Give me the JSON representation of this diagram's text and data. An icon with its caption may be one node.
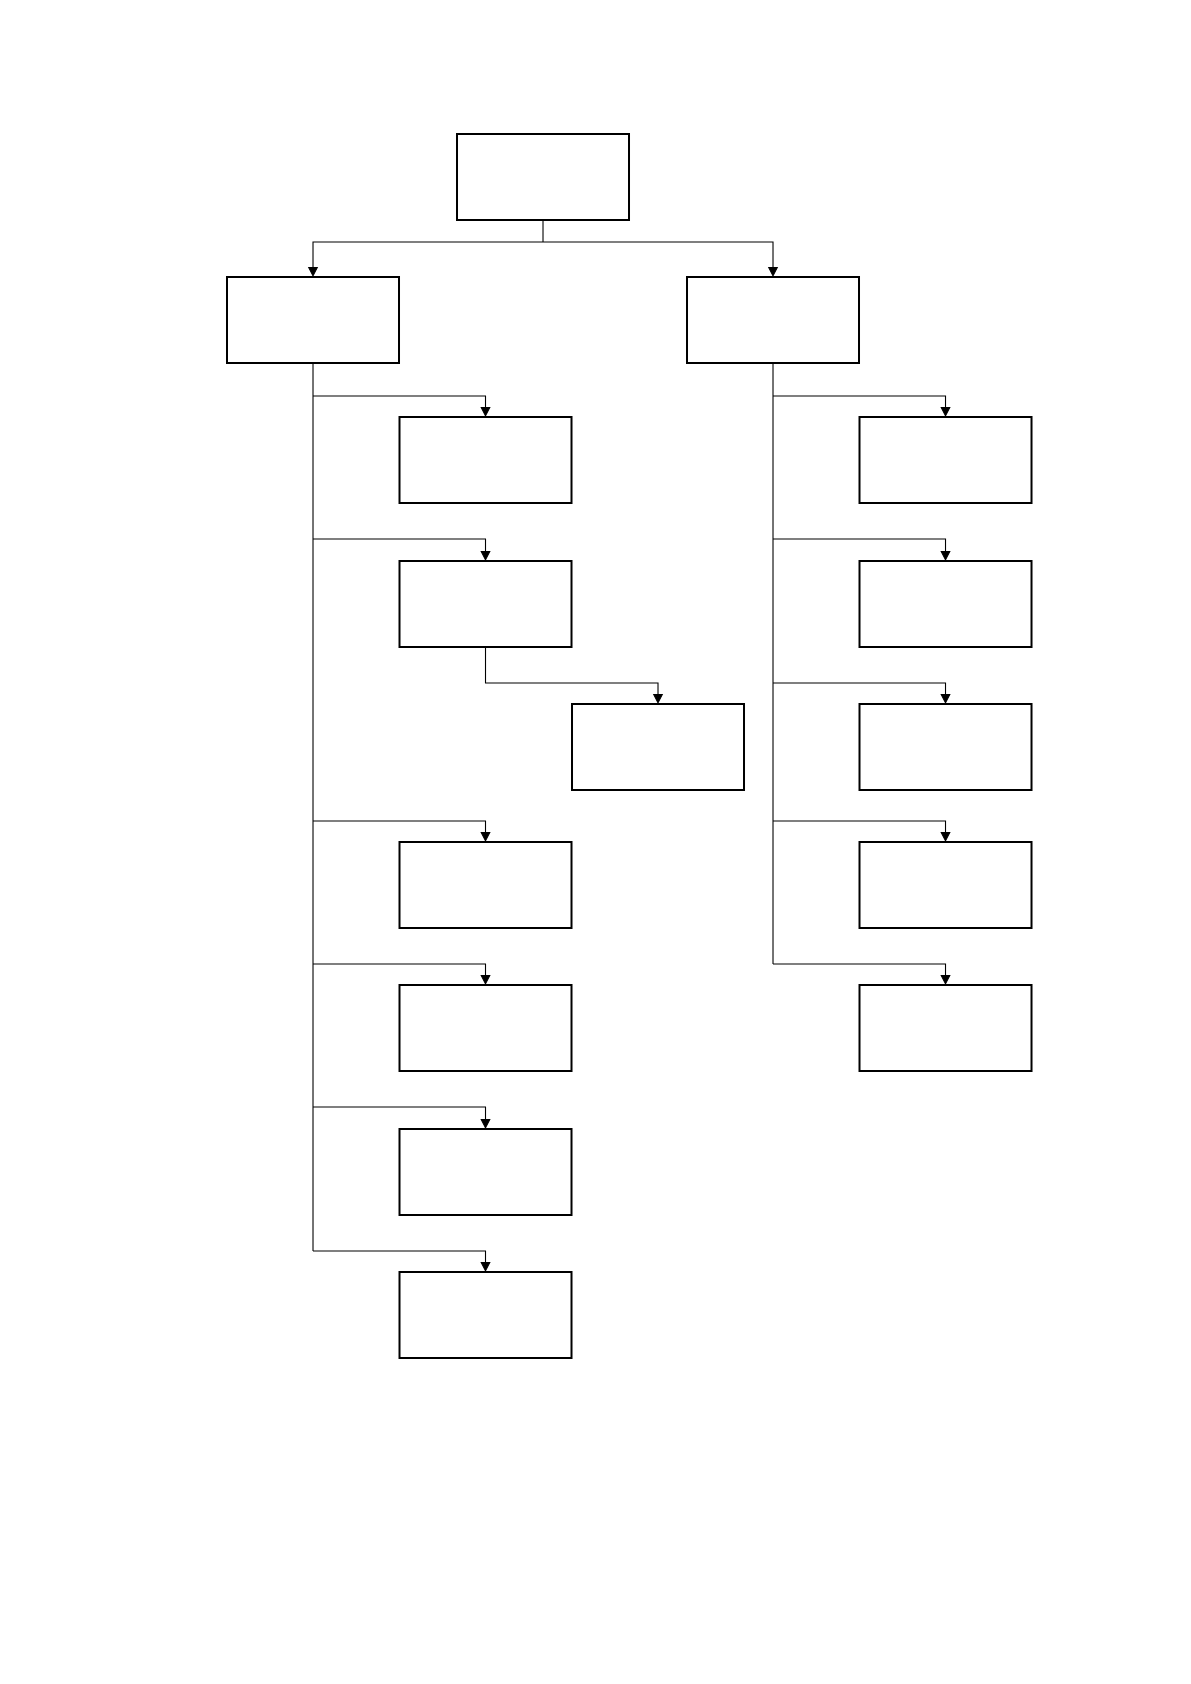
{
  "diagram": {
    "nodes": [
      {
        "text": [],
        "shape": "box"
      },
      {
        "text": [],
        "shape": "box"
      },
      {
        "text": [],
        "shape": "box"
      },
      {
        "text": [],
        "shape": "box"
      },
      {
        "text": [],
        "shape": "box"
      },
      {
        "text": [],
        "shape": "box"
      },
      {
        "text": [],
        "shape": "box"
      },
      {
        "text": [],
        "shape": "box"
      },
      {
        "text": [],
        "shape": "box"
      },
      {
        "text": [],
        "shape": "box"
      },
      {
        "text": [],
        "shape": "box"
      },
      {
        "text": [],
        "shape": "box"
      },
      {
        "text": [],
        "shape": "box"
      },
      {
        "text": [],
        "shape": "box"
      },
      {
        "text": [],
        "shape": "box"
      }
    ],
    "edges": [
      {
        "from": 0,
        "to": 1,
        "arrow": "to"
      },
      {
        "from": 0,
        "to": 2,
        "arrow": "to"
      },
      {
        "from": 1,
        "to": 3,
        "arrow": "to"
      },
      {
        "from": 1,
        "to": 4,
        "arrow": "to"
      },
      {
        "from": 4,
        "to": 5,
        "arrow": "to"
      },
      {
        "from": 1,
        "to": 6,
        "arrow": "to"
      },
      {
        "from": 1,
        "to": 7,
        "arrow": "to"
      },
      {
        "from": 1,
        "to": 8,
        "arrow": "to"
      },
      {
        "from": 1,
        "to": 9,
        "arrow": "to"
      },
      {
        "from": 2,
        "to": 10,
        "arrow": "to"
      },
      {
        "from": 2,
        "to": 11,
        "arrow": "to"
      },
      {
        "from": 2,
        "to": 12,
        "arrow": "to"
      },
      {
        "from": 2,
        "to": 13,
        "arrow": "to"
      },
      {
        "from": 2,
        "to": 14,
        "arrow": "to"
      }
    ]
  }
}
